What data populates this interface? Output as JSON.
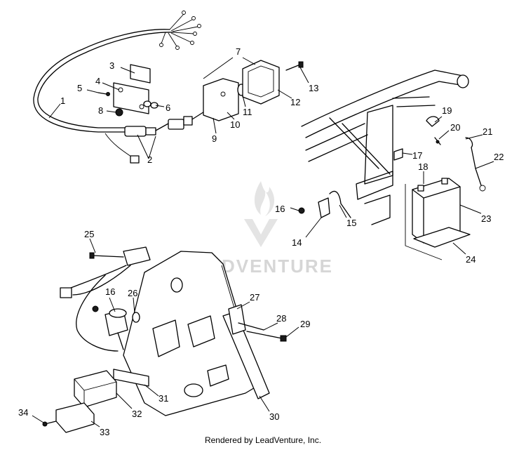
{
  "watermark": {
    "text": "LEADVENTURE"
  },
  "footer": {
    "text": "Rendered by LeadVenture, Inc."
  },
  "callouts": [
    {
      "id": "c1",
      "label": "1"
    },
    {
      "id": "c2",
      "label": "2"
    },
    {
      "id": "c3",
      "label": "3"
    },
    {
      "id": "c4",
      "label": "4"
    },
    {
      "id": "c5",
      "label": "5"
    },
    {
      "id": "c6",
      "label": "6"
    },
    {
      "id": "c7",
      "label": "7"
    },
    {
      "id": "c8",
      "label": "8"
    },
    {
      "id": "c9",
      "label": "9"
    },
    {
      "id": "c10",
      "label": "10"
    },
    {
      "id": "c11",
      "label": "11"
    },
    {
      "id": "c12",
      "label": "12"
    },
    {
      "id": "c13",
      "label": "13"
    },
    {
      "id": "c14",
      "label": "14"
    },
    {
      "id": "c15",
      "label": "15"
    },
    {
      "id": "c16a",
      "label": "16"
    },
    {
      "id": "c16b",
      "label": "16"
    },
    {
      "id": "c17",
      "label": "17"
    },
    {
      "id": "c18",
      "label": "18"
    },
    {
      "id": "c19",
      "label": "19"
    },
    {
      "id": "c20",
      "label": "20"
    },
    {
      "id": "c21",
      "label": "21"
    },
    {
      "id": "c22",
      "label": "22"
    },
    {
      "id": "c23",
      "label": "23"
    },
    {
      "id": "c24",
      "label": "24"
    },
    {
      "id": "c25",
      "label": "25"
    },
    {
      "id": "c26",
      "label": "26"
    },
    {
      "id": "c27",
      "label": "27"
    },
    {
      "id": "c28",
      "label": "28"
    },
    {
      "id": "c29",
      "label": "29"
    },
    {
      "id": "c30",
      "label": "30"
    },
    {
      "id": "c31",
      "label": "31"
    },
    {
      "id": "c32",
      "label": "32"
    },
    {
      "id": "c33",
      "label": "33"
    },
    {
      "id": "c34",
      "label": "34"
    }
  ]
}
